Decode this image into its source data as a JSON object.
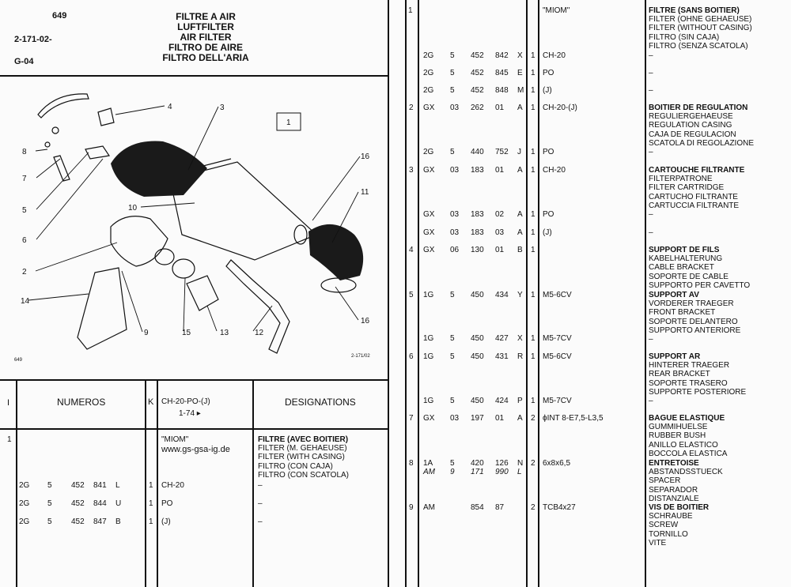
{
  "header": {
    "page_number": "649",
    "ref_code": "2-171-02-",
    "group": "G-04",
    "titles": [
      "FILTRE A AIR",
      "LUFTFILTER",
      "AIR FILTER",
      "FILTRO DE AIRE",
      "FILTRO DELL'ARIA"
    ]
  },
  "diagram": {
    "box_label": "1",
    "callouts": [
      "1",
      "2",
      "3",
      "4",
      "5",
      "6",
      "7",
      "8",
      "9",
      "10",
      "11",
      "12",
      "13",
      "14",
      "15",
      "16",
      "16"
    ],
    "corner_left": "649",
    "corner_right": "2-171/02"
  },
  "table_header": {
    "col_i": "I",
    "col_numeros": "NUMEROS",
    "col_k": "K",
    "col_models_line1": "CH-20-PO-(J)",
    "col_models_line2": "1-74 ▸",
    "col_designations": "DESIGNATIONS"
  },
  "left_table": {
    "item1": {
      "index": "1",
      "model": "\"MIOM\"",
      "website": "www.gs-gsa-ig.de",
      "designations": [
        "FILTRE (AVEC BOITIER)",
        "FILTER (M. GEHAEUSE)",
        "FILTER (WITH CASING)",
        "FILTRO (CON CAJA)",
        "FILTRO (CON SCATOLA)"
      ]
    },
    "rows": [
      {
        "c1": "2G",
        "c2": "5",
        "c3": "452",
        "c4": "841",
        "c5": "L",
        "k": "1",
        "model": "CH-20",
        "desig": "–"
      },
      {
        "c1": "2G",
        "c2": "5",
        "c3": "452",
        "c4": "844",
        "c5": "U",
        "k": "1",
        "model": "PO",
        "desig": "–"
      },
      {
        "c1": "2G",
        "c2": "5",
        "c3": "452",
        "c4": "847",
        "c5": "B",
        "k": "1",
        "model": "(J)",
        "desig": "–"
      }
    ]
  },
  "right_table": {
    "item1": {
      "index": "1",
      "model": "\"MIOM\"",
      "designations": [
        "FILTRE (SANS BOITIER)",
        "FILTER (OHNE GEHAEUSE)",
        "FILTER (WITHOUT CASING)",
        "FILTRO (SIN CAJA)",
        "FILTRO (SENZA SCATOLA)"
      ]
    },
    "rows": [
      {
        "idx": "",
        "c1": "2G",
        "c2": "5",
        "c3": "452",
        "c4": "842",
        "c5": "X",
        "k": "1",
        "model": "CH-20",
        "desig": [
          "–"
        ]
      },
      {
        "idx": "",
        "c1": "2G",
        "c2": "5",
        "c3": "452",
        "c4": "845",
        "c5": "E",
        "k": "1",
        "model": "PO",
        "desig": [
          "–"
        ]
      },
      {
        "idx": "",
        "c1": "2G",
        "c2": "5",
        "c3": "452",
        "c4": "848",
        "c5": "M",
        "k": "1",
        "model": "(J)",
        "desig": [
          "–"
        ]
      },
      {
        "idx": "2",
        "c1": "GX",
        "c2": "03",
        "c3": "262",
        "c4": "01",
        "c5": "A",
        "k": "1",
        "model": "CH-20-(J)",
        "desig": [
          "BOITIER DE REGULATION",
          "REGULIERGEHAEUSE",
          "REGULATION CASING",
          "CAJA DE REGULACION",
          "SCATOLA DI REGOLAZIONE"
        ]
      },
      {
        "idx": "",
        "c1": "2G",
        "c2": "5",
        "c3": "440",
        "c4": "752",
        "c5": "J",
        "k": "1",
        "model": "PO",
        "desig": [
          "–"
        ]
      },
      {
        "idx": "3",
        "c1": "GX",
        "c2": "03",
        "c3": "183",
        "c4": "01",
        "c5": "A",
        "k": "1",
        "model": "CH-20",
        "desig": [
          "CARTOUCHE FILTRANTE",
          "FILTERPATRONE",
          "FILTER CARTRIDGE",
          "CARTUCHO FILTRANTE",
          "CARTUCCIA FILTRANTE",
          "–"
        ]
      },
      {
        "idx": "",
        "c1": "GX",
        "c2": "03",
        "c3": "183",
        "c4": "02",
        "c5": "A",
        "k": "1",
        "model": "PO",
        "desig": []
      },
      {
        "idx": "",
        "c1": "GX",
        "c2": "03",
        "c3": "183",
        "c4": "03",
        "c5": "A",
        "k": "1",
        "model": "(J)",
        "desig": [
          "–"
        ]
      },
      {
        "idx": "4",
        "c1": "GX",
        "c2": "06",
        "c3": "130",
        "c4": "01",
        "c5": "B",
        "k": "1",
        "model": "",
        "desig": [
          "SUPPORT DE FILS",
          "KABELHALTERUNG",
          "CABLE BRACKET",
          "SOPORTE DE CABLE",
          "SUPPORTO PER CAVETTO"
        ]
      },
      {
        "idx": "5",
        "c1": "1G",
        "c2": "5",
        "c3": "450",
        "c4": "434",
        "c5": "Y",
        "k": "1",
        "model": "M5-6CV",
        "desig": [
          "SUPPORT AV",
          "VORDERER TRAEGER",
          "FRONT BRACKET",
          "SOPORTE DELANTERO",
          "SUPPORTO ANTERIORE",
          "–"
        ]
      },
      {
        "idx": "",
        "c1": "1G",
        "c2": "5",
        "c3": "450",
        "c4": "427",
        "c5": "X",
        "k": "1",
        "model": "M5-7CV",
        "desig": []
      },
      {
        "idx": "6",
        "c1": "1G",
        "c2": "5",
        "c3": "450",
        "c4": "431",
        "c5": "R",
        "k": "1",
        "model": "M5-6CV",
        "desig": [
          "SUPPORT AR",
          "HINTERER TRAEGER",
          "REAR BRACKET",
          "SOPORTE TRASERO",
          "SUPPORTE POSTERIORE",
          "–"
        ]
      },
      {
        "idx": "",
        "c1": "1G",
        "c2": "5",
        "c3": "450",
        "c4": "424",
        "c5": "P",
        "k": "1",
        "model": "M5-7CV",
        "desig": []
      },
      {
        "idx": "7",
        "c1": "GX",
        "c2": "03",
        "c3": "197",
        "c4": "01",
        "c5": "A",
        "k": "2",
        "model": "ϕINT 8-E7,5-L3,5",
        "desig": [
          "BAGUE ELASTIQUE",
          "GUMMIHUELSE",
          "RUBBER BUSH",
          "ANILLO ELASTICO",
          "BOCCOLA ELASTICA"
        ]
      },
      {
        "idx": "8",
        "c1": "1A",
        "c2": "5",
        "c3": "420",
        "c4": "126",
        "c5": "N",
        "k": "2",
        "model": "6x8x6,5",
        "desig": [
          "ENTRETOISE",
          "ABSTANDSSTUECK",
          "SPACER",
          "SEPARADOR",
          "DISTANZIALE"
        ]
      },
      {
        "idx": "",
        "c1": "AM",
        "c2": "9",
        "c3": "171",
        "c4": "990",
        "c5": "L",
        "k": "",
        "model": "",
        "desig": []
      },
      {
        "idx": "9",
        "c1": "AM",
        "c2": "",
        "c3": "854",
        "c4": "87",
        "c5": "",
        "k": "2",
        "model": "TCB4x27",
        "desig": [
          "VIS DE BOITIER",
          "SCHRAUBE",
          "SCREW",
          "TORNILLO",
          "VITE"
        ]
      }
    ]
  }
}
